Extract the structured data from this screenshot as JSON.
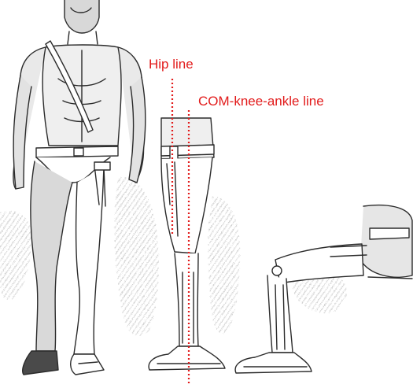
{
  "labels": {
    "hip_line": "Hip line",
    "com_knee_ankle_line": "COM-knee-ankle line"
  },
  "colors": {
    "annotation": "#e21b1b",
    "ink": "#2b2b2b",
    "skin_shade": "#9a9a9a",
    "wash": "#b5b5b5"
  },
  "figures": [
    "front-view-figure-with-brace",
    "side-view-standing-leg-brace",
    "side-view-seated-leg-brace"
  ]
}
